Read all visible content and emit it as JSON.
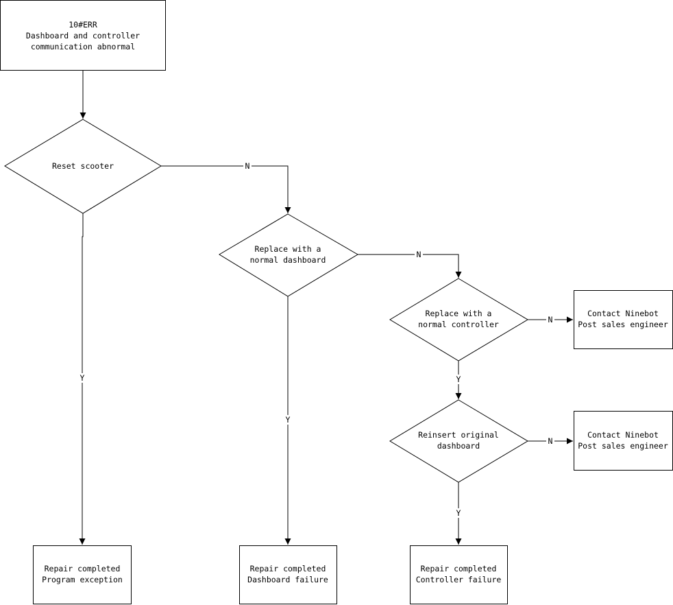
{
  "diagram": {
    "start": {
      "lines": [
        "10#ERR",
        "Dashboard and controller",
        "communication  abnormal"
      ]
    },
    "decisions": {
      "reset": {
        "lines": [
          "Reset scooter"
        ]
      },
      "dashboard": {
        "lines": [
          "Replace with a",
          "normal dashboard"
        ]
      },
      "controller": {
        "lines": [
          "Replace with a",
          "normal controller"
        ]
      },
      "reinsert": {
        "lines": [
          "Reinsert original",
          "dashboard"
        ]
      }
    },
    "outcomes": {
      "program": {
        "lines": [
          "Repair completed",
          "Program exception"
        ]
      },
      "dashboard_fail": {
        "lines": [
          "Repair completed",
          "Dashboard failure"
        ]
      },
      "controller_fail": {
        "lines": [
          "Repair completed",
          "Controller failure"
        ]
      },
      "contact1": {
        "lines": [
          "Contact Ninebot",
          "Post sales engineer"
        ]
      },
      "contact2": {
        "lines": [
          "Contact Ninebot",
          "Post sales engineer"
        ]
      }
    },
    "edge_labels": {
      "reset_no": "N",
      "reset_yes": "Y",
      "dashboard_no": "N",
      "dashboard_yes": "Y",
      "controller_no": "N",
      "controller_yes": "Y",
      "reinsert_no": "N",
      "reinsert_yes": "Y"
    }
  }
}
